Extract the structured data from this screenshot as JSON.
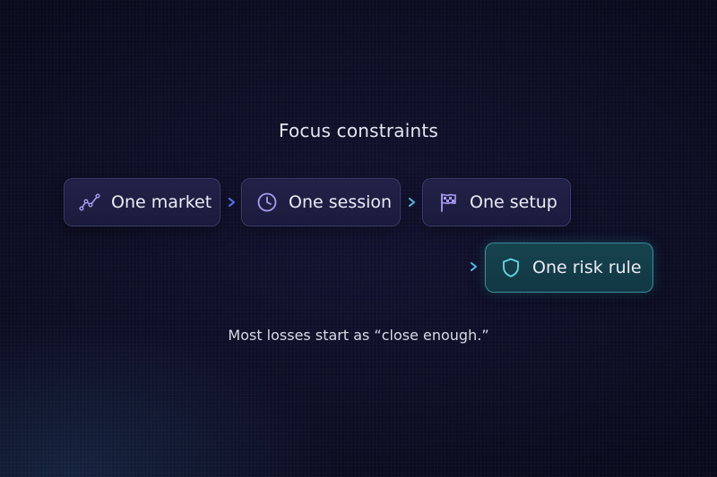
{
  "title": "Focus constraints",
  "steps": [
    {
      "label": "One market",
      "icon": "trend-line-icon"
    },
    {
      "label": "One session",
      "icon": "clock-icon"
    },
    {
      "label": "One setup",
      "icon": "flag-icon"
    },
    {
      "label": "One risk rule",
      "icon": "shield-icon"
    }
  ],
  "tagline": "Most losses start as “close enough.”",
  "colors": {
    "background": "#0c0c22",
    "chip": "#1f1f45",
    "icon_purple": "#a99cf2",
    "chevron_blue": "#5a7bff",
    "chevron_teal": "#4fc3e8",
    "risk_accent": "#5fd6e0"
  }
}
